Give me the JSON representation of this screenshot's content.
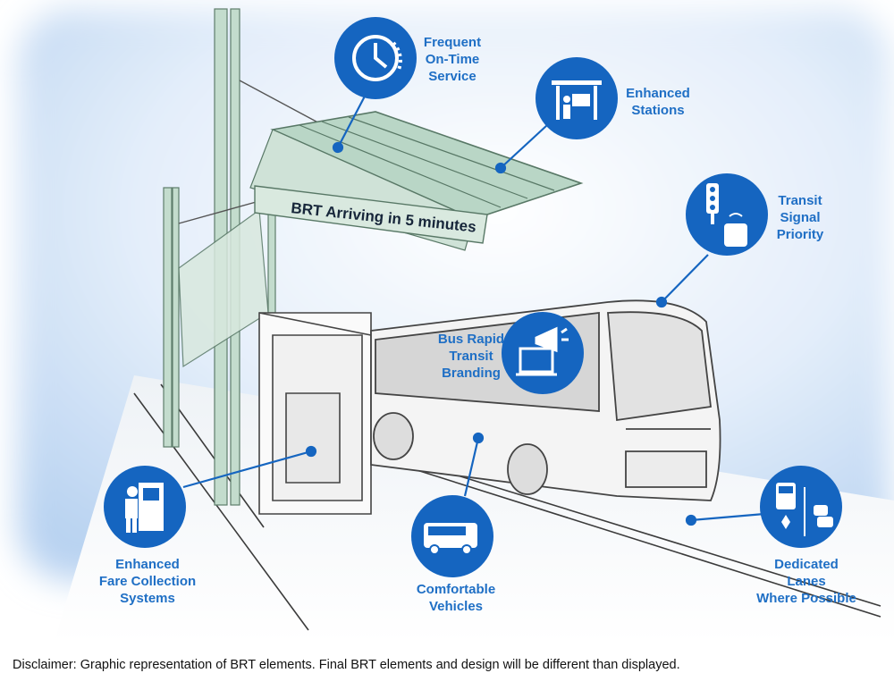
{
  "sign_text": "BRT Arriving in 5 minutes",
  "features": [
    {
      "id": "frequent",
      "label": "Frequent\nOn-Time\nService",
      "icon": "clock-icon"
    },
    {
      "id": "stations",
      "label": "Enhanced\nStations",
      "icon": "station-icon"
    },
    {
      "id": "signal",
      "label": "Transit\nSignal\nPriority",
      "icon": "traffic-signal-icon"
    },
    {
      "id": "branding",
      "label": "Bus Rapid\nTransit\nBranding",
      "icon": "megaphone-icon"
    },
    {
      "id": "fare",
      "label": "Enhanced\nFare Collection\nSystems",
      "icon": "fare-machine-icon"
    },
    {
      "id": "vehicles",
      "label": "Comfortable\nVehicles",
      "icon": "bus-icon"
    },
    {
      "id": "lanes",
      "label": "Dedicated\nLanes\nWhere Possible",
      "icon": "dedicated-lane-icon"
    }
  ],
  "disclaimer": "Disclaimer: Graphic representation of BRT elements.  Final BRT elements and design will be different than displayed.",
  "colors": {
    "accent": "#1f6fc5",
    "circle": "#1565c0",
    "canopy": "#b9d6c6",
    "sky": "#cfe3f7"
  }
}
